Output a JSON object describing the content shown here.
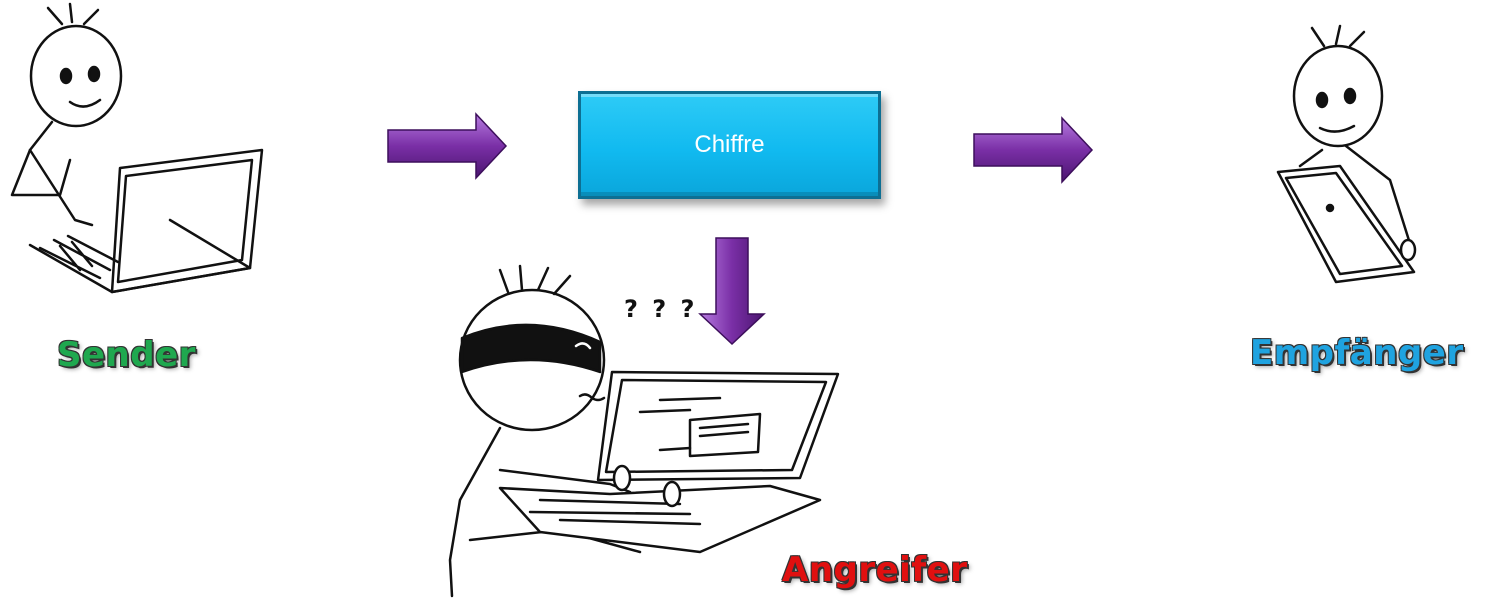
{
  "nodes": {
    "sender": {
      "label": "Sender",
      "color": "#1fa84f"
    },
    "cipher": {
      "label": "Chiffre",
      "color": "#11baf0"
    },
    "receiver": {
      "label": "Empfänger",
      "color": "#1fa3e0"
    },
    "attacker": {
      "label": "Angreifer",
      "color": "#e01010",
      "thought": "? ? ?"
    }
  },
  "arrow_color": "#7a2fa6"
}
